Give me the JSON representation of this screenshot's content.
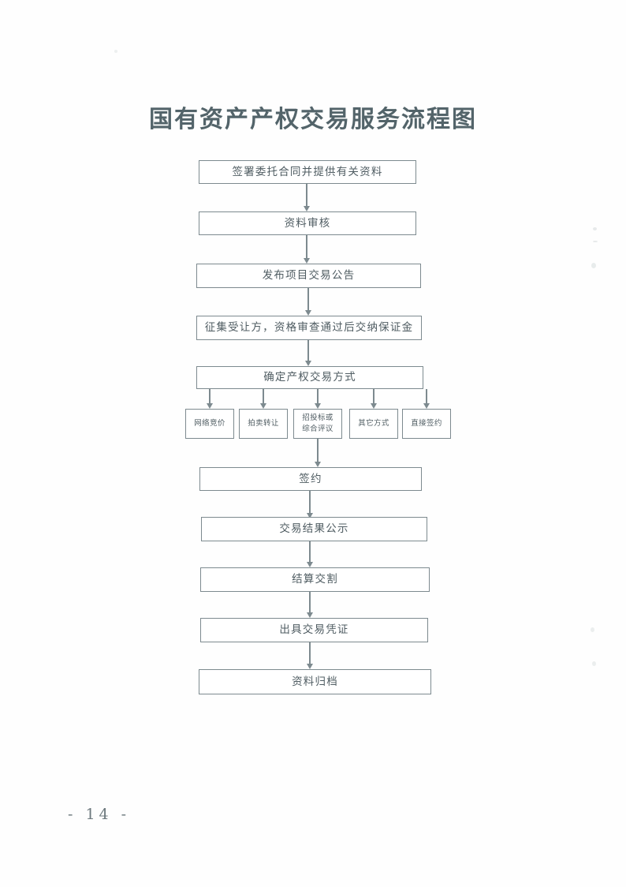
{
  "document": {
    "title": "国有资产产权交易服务流程图",
    "page_number": "- 14 -"
  },
  "chart_data": {
    "type": "diagram",
    "diagram_kind": "flowchart",
    "title": "国有资产产权交易服务流程图",
    "orientation": "top-to-bottom",
    "nodes": [
      {
        "id": "n1",
        "label": "签署委托合同并提供有关资料",
        "shape": "rect",
        "level": 1
      },
      {
        "id": "n2",
        "label": "资料审核",
        "shape": "rect",
        "level": 2
      },
      {
        "id": "n3",
        "label": "发布项目交易公告",
        "shape": "rect",
        "level": 3
      },
      {
        "id": "n4",
        "label": "征集受让方，资格审查通过后交纳保证金",
        "shape": "rect",
        "level": 4
      },
      {
        "id": "n5",
        "label": "确定产权交易方式",
        "shape": "rect",
        "level": 5
      },
      {
        "id": "s1",
        "label": "网络竞价",
        "shape": "rect",
        "level": 6
      },
      {
        "id": "s2",
        "label": "拍卖转让",
        "shape": "rect",
        "level": 6
      },
      {
        "id": "s3",
        "label": "招投标或综合评议",
        "line1": "招投标或",
        "line2": "综合评议",
        "shape": "rect",
        "level": 6
      },
      {
        "id": "s4",
        "label": "其它方式",
        "shape": "rect",
        "level": 6
      },
      {
        "id": "s5",
        "label": "直接签约",
        "shape": "rect",
        "level": 6
      },
      {
        "id": "n7",
        "label": "签约",
        "shape": "rect",
        "level": 7
      },
      {
        "id": "n8",
        "label": "交易结果公示",
        "shape": "rect",
        "level": 8
      },
      {
        "id": "n9",
        "label": "结算交割",
        "shape": "rect",
        "level": 9
      },
      {
        "id": "n10",
        "label": "出具交易凭证",
        "shape": "rect",
        "level": 10
      },
      {
        "id": "n11",
        "label": "资料归档",
        "shape": "rect",
        "level": 11
      }
    ],
    "edges": [
      {
        "from": "n1",
        "to": "n2",
        "style": "arrow"
      },
      {
        "from": "n2",
        "to": "n3",
        "style": "arrow"
      },
      {
        "from": "n3",
        "to": "n4",
        "style": "arrow"
      },
      {
        "from": "n4",
        "to": "n5",
        "style": "arrow"
      },
      {
        "from": "n5",
        "to": "s1",
        "style": "arrow"
      },
      {
        "from": "n5",
        "to": "s2",
        "style": "arrow"
      },
      {
        "from": "n5",
        "to": "s3",
        "style": "arrow"
      },
      {
        "from": "n5",
        "to": "s4",
        "style": "arrow"
      },
      {
        "from": "n5",
        "to": "s5",
        "style": "arrow"
      },
      {
        "from": "s3",
        "to": "n7",
        "style": "arrow"
      },
      {
        "from": "n7",
        "to": "n8",
        "style": "arrow"
      },
      {
        "from": "n8",
        "to": "n9",
        "style": "arrow"
      },
      {
        "from": "n9",
        "to": "n10",
        "style": "arrow"
      },
      {
        "from": "n10",
        "to": "n11",
        "style": "arrow"
      }
    ],
    "colors": {
      "stroke": "#7d8a8f",
      "text": "#4f5c62",
      "background": "#ffffff",
      "title": "#53646a"
    }
  }
}
